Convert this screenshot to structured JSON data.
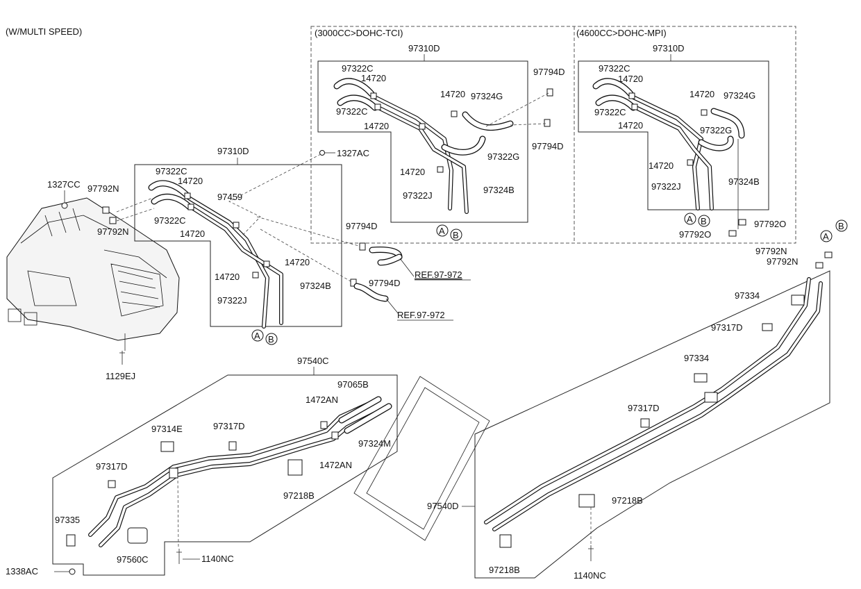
{
  "header_note": "(W/MULTI SPEED)",
  "groups": {
    "tci": {
      "title": "(3000CC>DOHC-TCI)"
    },
    "mpi": {
      "title": "(4600CC>DOHC-MPI)"
    }
  },
  "refs": [
    "REF.97-972",
    "REF.97-972"
  ],
  "connectors": [
    "A",
    "B"
  ],
  "labels": {
    "p97310D": "97310D",
    "p97322C": "97322C",
    "p14720": "14720",
    "p97324G": "97324G",
    "p97322G": "97322G",
    "p97322J": "97322J",
    "p97324B": "97324B",
    "p97794D": "97794D",
    "p97459": "97459",
    "p1327AC": "1327AC",
    "p1327CC": "1327CC",
    "p97792N": "97792N",
    "p97792O": "97792O",
    "p1129EJ": "1129EJ",
    "p97540C": "97540C",
    "p97065B": "97065B",
    "p1472AN": "1472AN",
    "p97324M": "97324M",
    "p97314E": "97314E",
    "p97317D": "97317D",
    "p97218B": "97218B",
    "p97335": "97335",
    "p97560C": "97560C",
    "p1140NC": "1140NC",
    "p1338AC": "1338AC",
    "p97334": "97334",
    "p97540D": "97540D"
  }
}
